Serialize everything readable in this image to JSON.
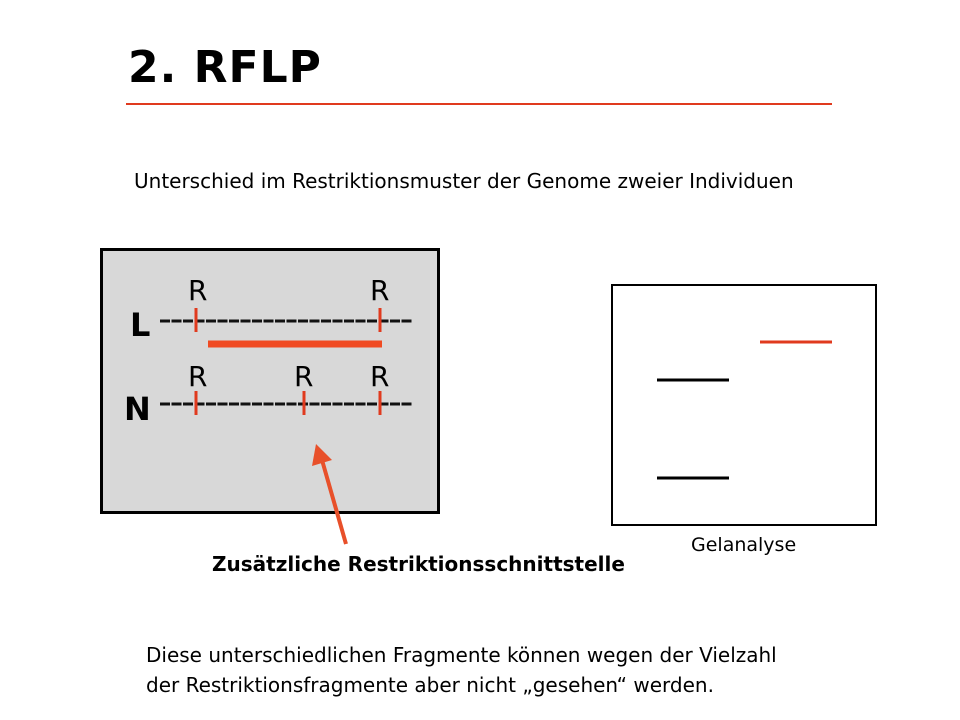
{
  "title": "2. RFLP",
  "intro": "Unterschied im Restriktionsmuster der Genome zweier Individuen",
  "diagram": {
    "background": "#d8d8d8",
    "accent": "#e03a1e",
    "row_L": {
      "label": "L",
      "sites": [
        "R",
        "R"
      ]
    },
    "row_N": {
      "label": "N",
      "sites": [
        "R",
        "R",
        "R"
      ]
    }
  },
  "gel": {
    "label": "Gelanalyse"
  },
  "callout": "Zusätzliche Restriktionsschnittstelle",
  "footer": {
    "line1": "Diese unterschiedlichen Fragmente können wegen der Vielzahl",
    "line2": "der Restriktionsfragmente aber nicht „gesehen“ werden."
  }
}
